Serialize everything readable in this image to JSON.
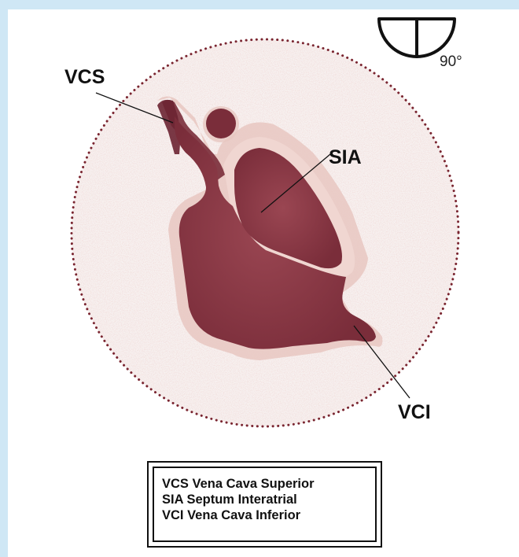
{
  "labels": {
    "vcs": "VCS",
    "sia": "SIA",
    "vci": "VCI"
  },
  "probe_angle": "90°",
  "legend": [
    "VCS Vena Cava Superior",
    "SIA Septum Interatrial",
    "VCI Vena Cava Inferior"
  ],
  "colors": {
    "background": "#cfe7f5",
    "chamber_fill": "#8a3a46",
    "tissue": "#e8c9c4",
    "sector_dots": "#7a2530"
  }
}
